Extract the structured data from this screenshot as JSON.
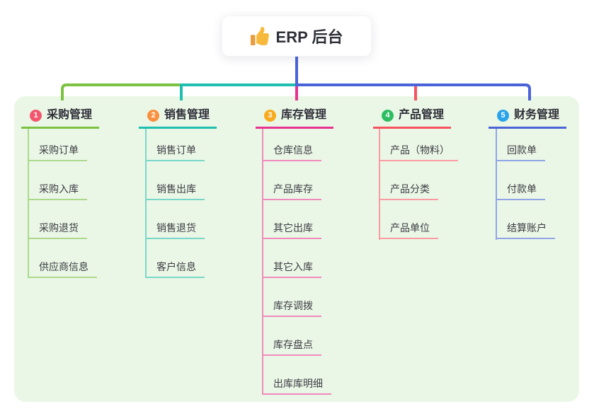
{
  "root": {
    "title": "ERP 后台",
    "icon": "thumbs-up-icon"
  },
  "branches": [
    {
      "number": "1",
      "label": "采购管理",
      "color": "#7cc242",
      "light_color": "#abd98c",
      "badge_color": "#f4566d",
      "children": [
        "采购订单",
        "采购入库",
        "采购退货",
        "供应商信息"
      ]
    },
    {
      "number": "2",
      "label": "销售管理",
      "color": "#1ebfae",
      "light_color": "#79d7c9",
      "badge_color": "#f8913e",
      "children": [
        "销售订单",
        "销售出库",
        "销售退货",
        "客户信息"
      ]
    },
    {
      "number": "3",
      "label": "库存管理",
      "color": "#e7338f",
      "light_color": "#f08abd",
      "badge_color": "#f8ab1e",
      "children": [
        "仓库信息",
        "产品库存",
        "其它出库",
        "其它入库",
        "库存调拨",
        "库存盘点",
        "出库库明细"
      ]
    },
    {
      "number": "4",
      "label": "产品管理",
      "color": "#f8515f",
      "light_color": "#fa9ba3",
      "badge_color": "#2ebd62",
      "children": [
        "产品（物料）",
        "产品分类",
        "产品单位"
      ]
    },
    {
      "number": "5",
      "label": "财务管理",
      "color": "#4a63d8",
      "light_color": "#90a5e6",
      "badge_color": "#2aa3e9",
      "children": [
        "回款单",
        "付款单",
        "结算账户"
      ]
    }
  ],
  "colors": {
    "panel_background": "#ebf7e6",
    "root_connector": "#4a63d8",
    "text_primary": "#2e2e38",
    "text_secondary": "#3c3c44"
  }
}
